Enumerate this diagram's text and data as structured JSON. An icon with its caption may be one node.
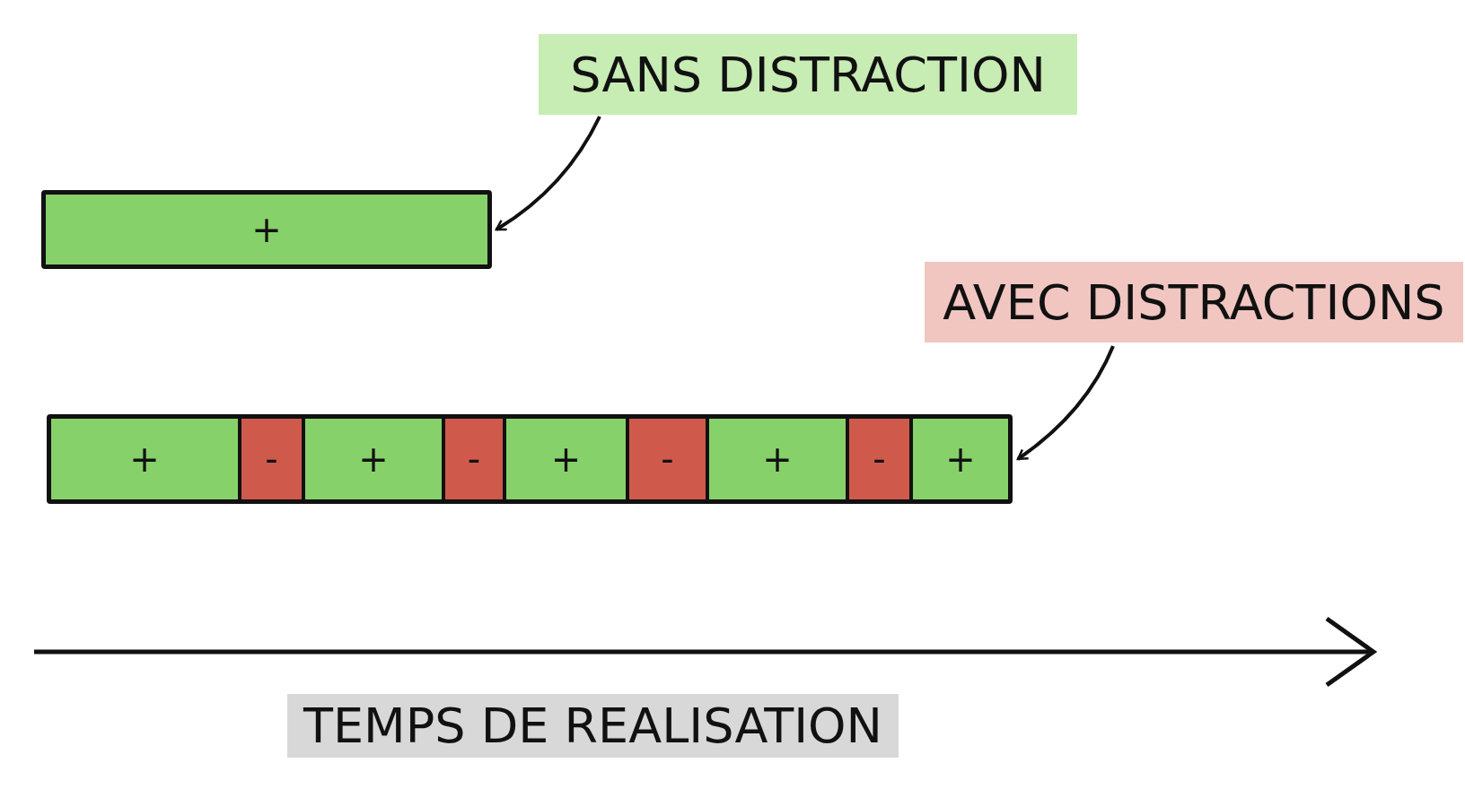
{
  "diagram": {
    "nodes": [
      {
        "text": [
          "SANS DISTRACTION"
        ]
      },
      {
        "text": [
          "+"
        ]
      },
      {
        "text": [
          "AVEC DISTRACTIONS"
        ]
      },
      {
        "text": [],
        "shape": "bar"
      },
      {
        "text": [
          "+"
        ],
        "in": 3
      },
      {
        "text": [
          "-"
        ],
        "in": 3
      },
      {
        "text": [
          "+"
        ],
        "in": 3
      },
      {
        "text": [
          "-"
        ],
        "in": 3
      },
      {
        "text": [
          "+"
        ],
        "in": 3
      },
      {
        "text": [
          "-"
        ],
        "in": 3
      },
      {
        "text": [
          "+"
        ],
        "in": 3
      },
      {
        "text": [
          "-"
        ],
        "in": 3
      },
      {
        "text": [
          "+"
        ],
        "in": 3
      }
    ],
    "edges": [
      {
        "from": 0,
        "to": 1,
        "arrow": "to"
      },
      {
        "from": 2,
        "to": 3,
        "arrow": "to"
      }
    ],
    "labels": [
      "TEMPS DE REALISATION"
    ]
  }
}
